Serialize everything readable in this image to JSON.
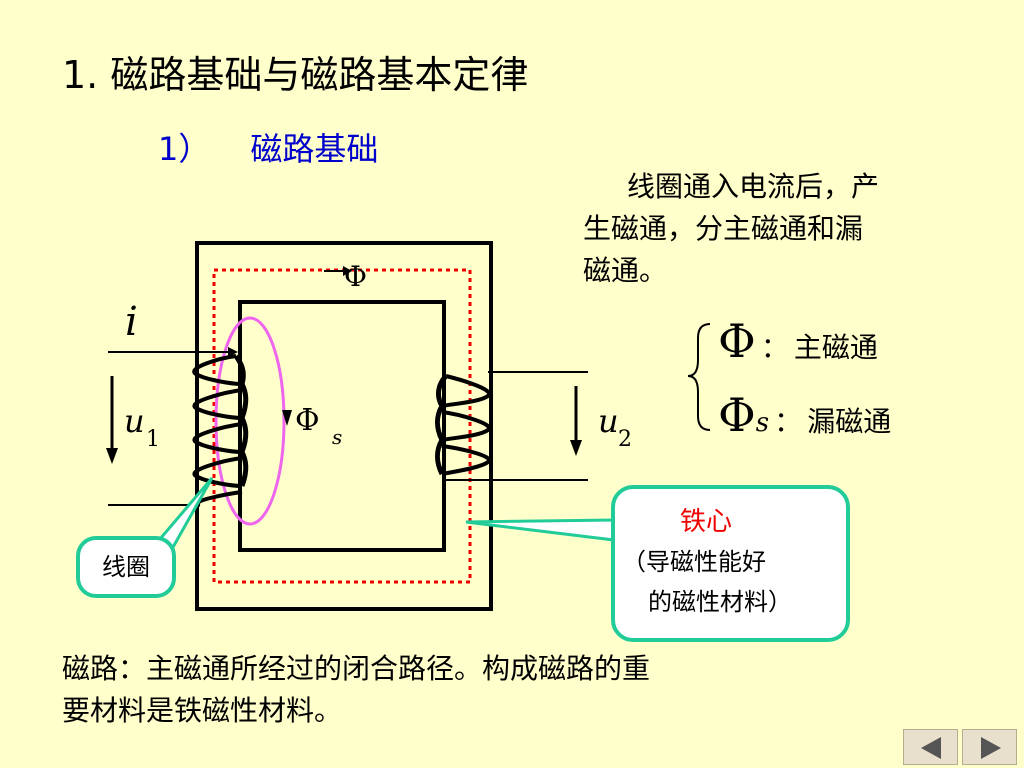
{
  "title": "1. 磁路基础与磁路基本定律",
  "subtitle": {
    "number": "1）",
    "text": "磁路基础"
  },
  "description": {
    "line1": "线圈通入电流后，产",
    "line2": "生磁通，分主磁通和漏",
    "line3": "磁通。"
  },
  "legend": {
    "main": {
      "symbol": "Φ",
      "separator": "：",
      "label": "主磁通"
    },
    "leak": {
      "symbol": "Φ",
      "subscript": "s",
      "separator": "：",
      "label": "漏磁通"
    }
  },
  "diagram": {
    "current_label": "i",
    "u1_var": "u",
    "u1_sub": "1",
    "u2_var": "u",
    "u2_sub": "2",
    "flux_main": "Φ",
    "flux_leak": "Φ",
    "flux_leak_sub": "s",
    "coil_label": "线圈",
    "core_title": "铁心",
    "core_desc_line1": "（导磁性能好",
    "core_desc_line2": "的磁性材料）",
    "colors": {
      "flux_path": "#ee0000",
      "leak_loop": "#ee66ee",
      "callout_border": "#22cc99",
      "core_title": "#ee0000"
    }
  },
  "bottom_text": {
    "line1": "磁路：主磁通所经过的闭合路径。构成磁路的重",
    "line2": "要材料是铁磁性材料。"
  },
  "nav": {
    "prev": "previous-slide",
    "next": "next-slide"
  }
}
